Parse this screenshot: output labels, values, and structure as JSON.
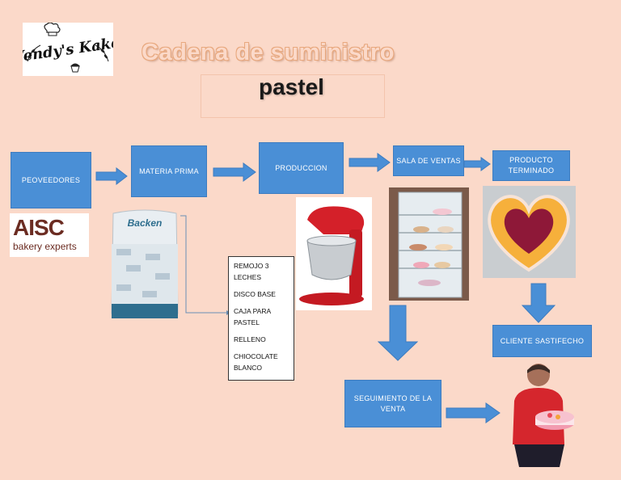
{
  "header": {
    "logo_text": "Wendy's Kake",
    "title": "Cadena de suministro",
    "subtitle": "pastel"
  },
  "boxes": {
    "proveedores": "PEOVEEDORES",
    "materia_prima": "MATERIA PRIMA",
    "produccion": "PRODUCCION",
    "sala_ventas": "SALA DE VENTAS",
    "producto_terminado": "PRODUCTO TERMINADO",
    "cliente": "CLIENTE SASTIFECHO",
    "seguimiento": "SEGUIMIENTO DE LA VENTA"
  },
  "supplier_logo": {
    "brand": "AISC",
    "tagline": "bakery experts"
  },
  "product_bag_label": "Backen",
  "ingredients": [
    "REMOJO 3 LECHES",
    "DISCO BASE",
    "CAJA PARA PASTEL",
    "RELLENO",
    "CHIOCOLATE BLANCO"
  ],
  "colors": {
    "background": "#fbd9c9",
    "box_fill": "#4a8fd6",
    "title_outline": "#e8a87e"
  }
}
